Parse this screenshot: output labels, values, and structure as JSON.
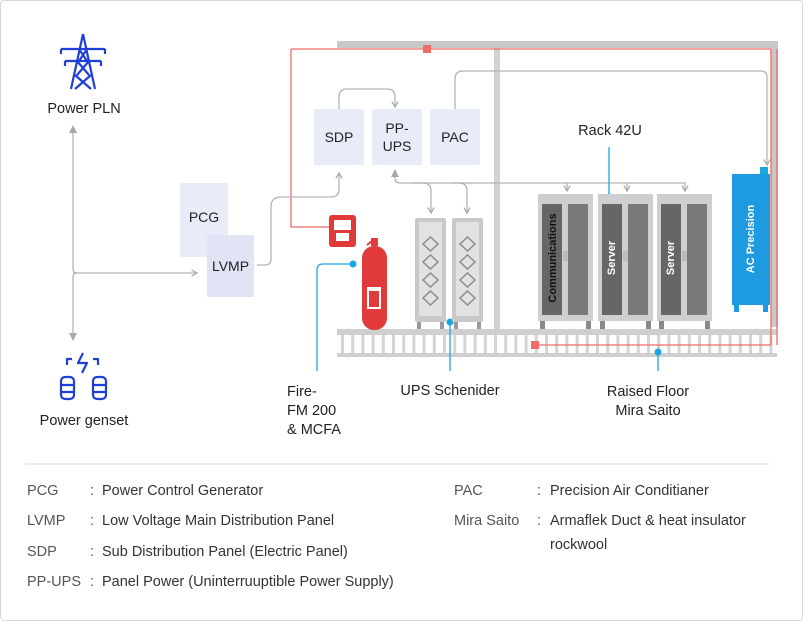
{
  "labels": {
    "power_pln": "Power PLN",
    "power_genset": "Power genset",
    "pcg": "PCG",
    "lvmp": "LVMP",
    "sdp": "SDP",
    "pp_ups": "PP-\nUPS",
    "pac": "PAC",
    "rack": "Rack 42U",
    "communications": "Communications",
    "server_1": "Server",
    "server_2": "Server",
    "ac_precision": "AC Precision",
    "fire": "Fire-\nFM 200\n& MCFA",
    "ups": "UPS Schenider",
    "raised_floor": "Raised Floor\nMira Saito"
  },
  "legend": [
    {
      "abbr": "PCG",
      "desc": "Power Control Generator"
    },
    {
      "abbr": "LVMP",
      "desc": "Low Voltage Main Distribution Panel"
    },
    {
      "abbr": "SDP",
      "desc": "Sub Distribution Panel (Electric Panel)"
    },
    {
      "abbr": "PP-UPS",
      "desc": "Panel Power (Uninterruuptible Power Supply)"
    },
    {
      "abbr": "PAC",
      "desc": "Precision Air Conditianer"
    },
    {
      "abbr": "Mira Saito",
      "desc": "Armaflek Duct & heat insulator\nrockwool"
    }
  ],
  "colors": {
    "blue_icon": "#1f3fd6",
    "red_line": "#f06a6a",
    "red_device": "#e03a3a",
    "cyan_accent": "#1aa7e0",
    "ac_unit": "#1e9be0",
    "panel_fill": "#e8ebf8",
    "wall_gray": "#c8c8c8"
  },
  "icons": [
    "transmission-tower-icon",
    "generator-icon",
    "fire-panel-icon",
    "fire-extinguisher-icon"
  ]
}
